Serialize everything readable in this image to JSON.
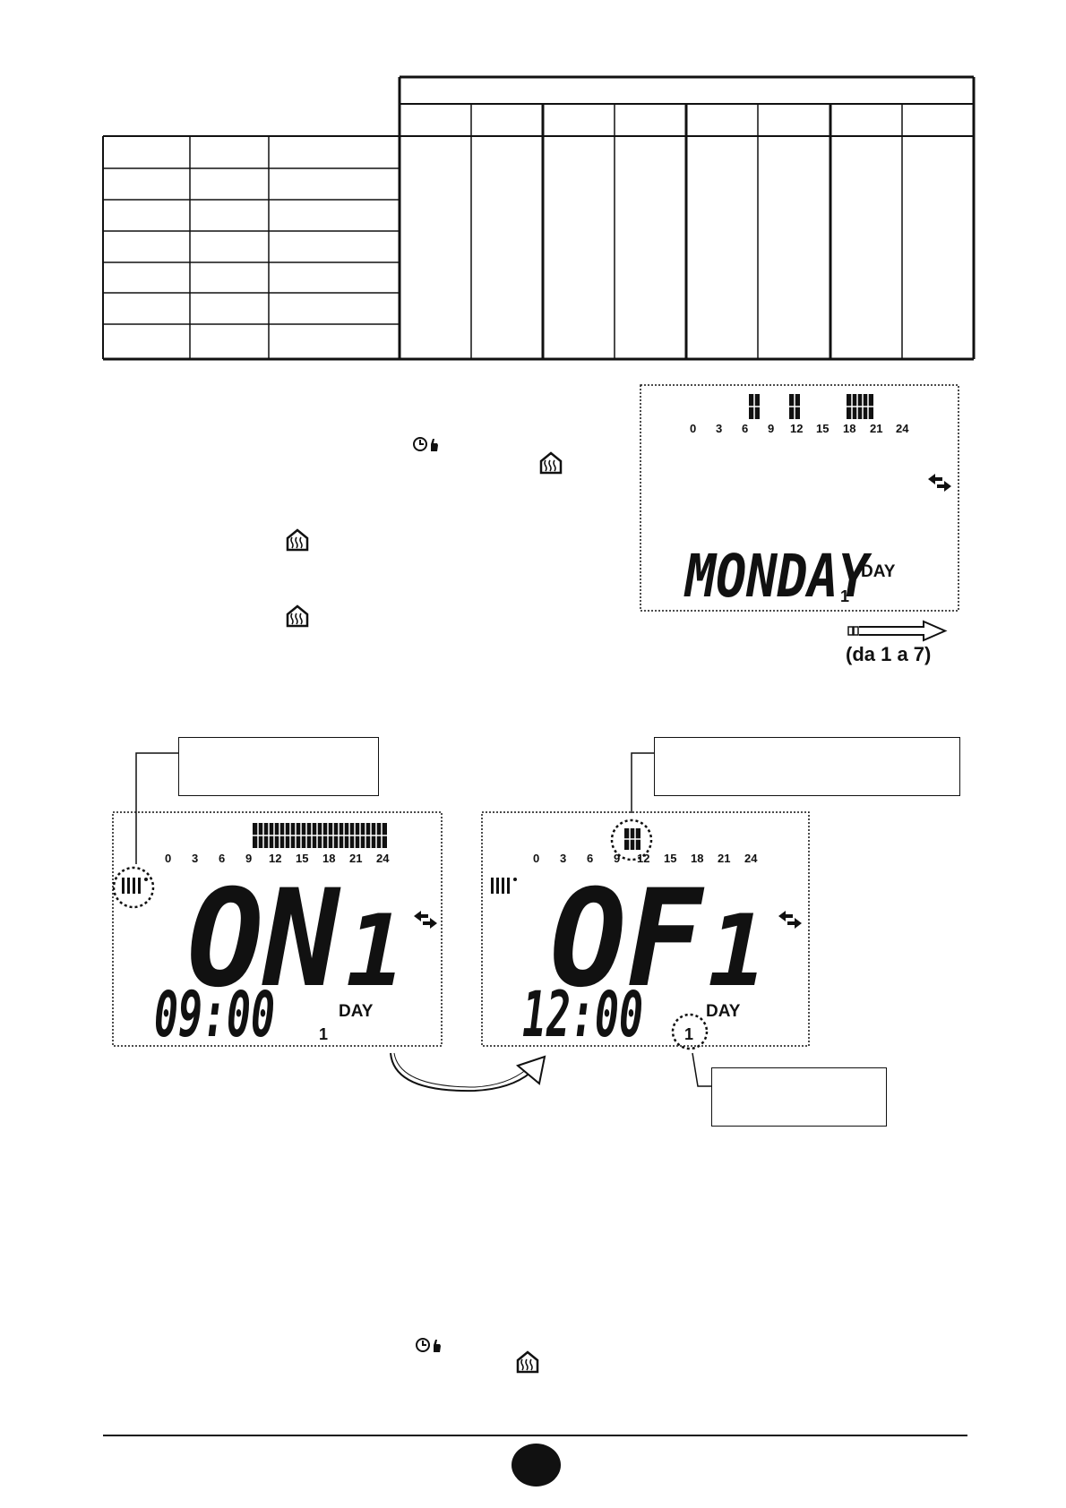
{
  "schedule_table": {
    "left_rows": 7,
    "left_cols": 3,
    "day_columns": 8
  },
  "lcd_day": {
    "hour_ticks": [
      "0",
      "3",
      "6",
      "9",
      "12",
      "15",
      "18",
      "21",
      "24"
    ],
    "day_name": "MONDAY",
    "day_number": "1",
    "day_label": "DAY"
  },
  "range_caption": "(da 1 a 7)",
  "lcd_on": {
    "hour_ticks": [
      "0",
      "3",
      "6",
      "9",
      "12",
      "15",
      "18",
      "21",
      "24"
    ],
    "mode_text": "ON",
    "program_number": "1",
    "time": "09:00",
    "day_label": "DAY",
    "day_number": "1"
  },
  "lcd_off": {
    "hour_ticks": [
      "0",
      "3",
      "6",
      "9",
      "12",
      "15",
      "18",
      "21",
      "24"
    ],
    "mode_text": "OF",
    "program_number": "1",
    "time": "12:00",
    "day_label": "DAY",
    "day_number": "1"
  },
  "icons": [
    "clock-hand-icon",
    "house-heating-icon",
    "radiator-icon",
    "swap-arrows-icon"
  ]
}
